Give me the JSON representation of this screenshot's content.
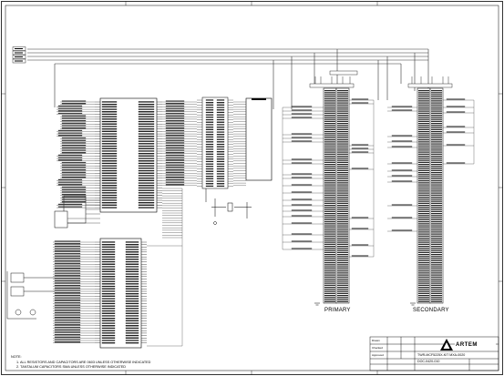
{
  "sheet": {
    "section_labels": {
      "primary": "PRIMARY",
      "secondary": "SECONDARY"
    },
    "notes": {
      "heading": "NOTE:",
      "items": [
        "1. ALL RESISTORS AND CAPACITORS ARE 0603 UNLESS OTHERWISE INDICATED",
        "2. TANTALUM CAPACITORS SMA UNLESS OTHERWISE INDICATED"
      ]
    },
    "title_block": {
      "logo_text": "ARTEM",
      "board_name": "TWR-MCF5225X-KIT  MXA-0020",
      "document_number": "DOC-0420-010",
      "approvals": [
        "Drawn",
        "Checked",
        "Approved"
      ]
    },
    "colors": {
      "ink": "#000000",
      "paper": "#ffffff",
      "wire": "#333333",
      "pin_fill": "#222222"
    }
  }
}
